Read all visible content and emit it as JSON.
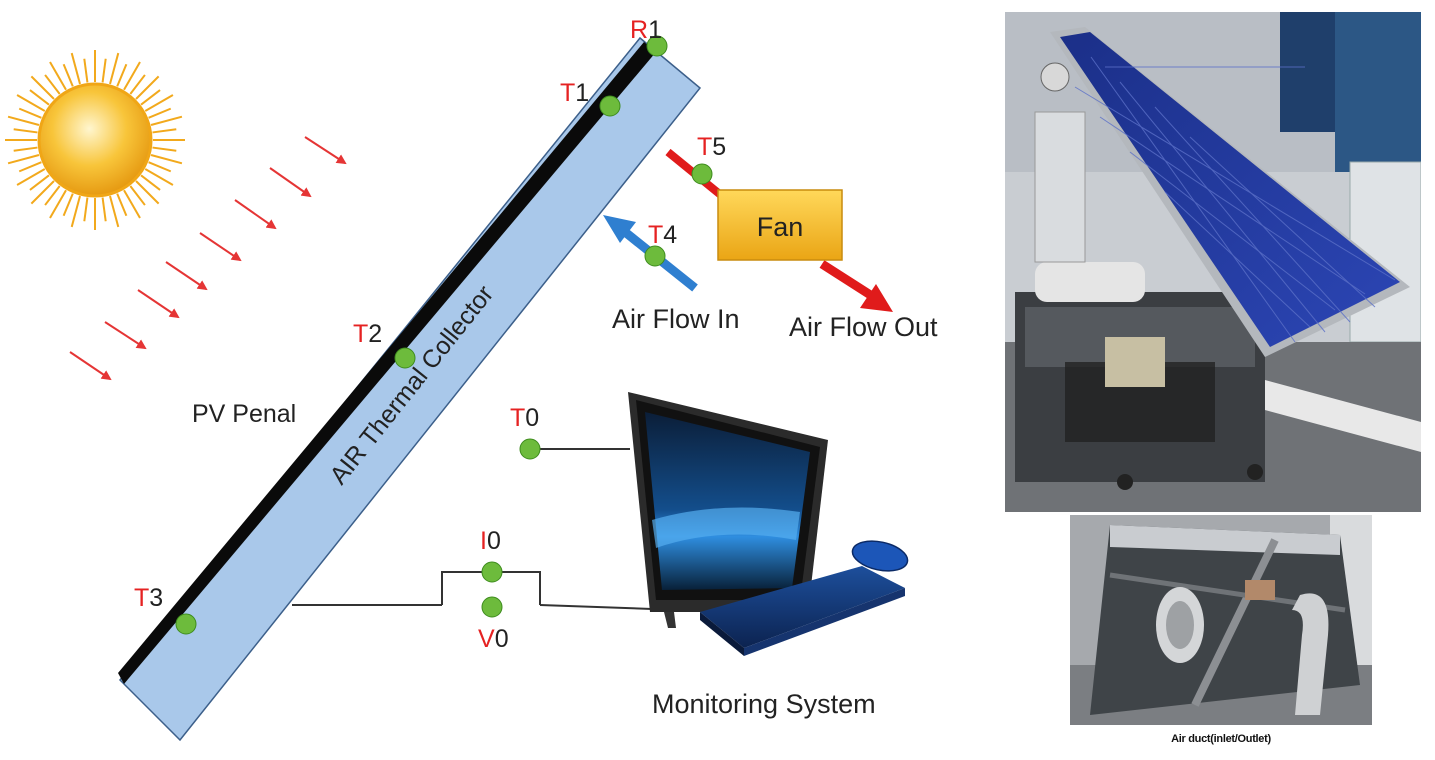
{
  "diagram": {
    "collector_label": "AIR Thermal Collector",
    "panel_label": "PV Penal",
    "fan_label": "Fan",
    "air_in_label": "Air Flow In",
    "air_out_label": "Air Flow Out",
    "monitoring_label": "Monitoring System",
    "sensors": {
      "R1": {
        "letter": "R",
        "digit": "1"
      },
      "T1": {
        "letter": "T",
        "digit": "1"
      },
      "T2": {
        "letter": "T",
        "digit": "2"
      },
      "T3": {
        "letter": "T",
        "digit": "3"
      },
      "T4": {
        "letter": "T",
        "digit": "4"
      },
      "T5": {
        "letter": "T",
        "digit": "5"
      },
      "T0": {
        "letter": "T",
        "digit": "0"
      },
      "I0": {
        "letter": "I",
        "digit": "0"
      },
      "V0": {
        "letter": "V",
        "digit": "0"
      }
    },
    "colors": {
      "collector_fill": "#a9c8ea",
      "pv_strip": "#0a0a0a",
      "sensor_dot": "#6dbb3c",
      "sensor_letter": "#e52222",
      "fan_fill": "#f2b51c",
      "air_in_arrow": "#2f7fd0",
      "air_out_arrow": "#e01b1b",
      "sun_color": "#f4b71f",
      "ray_color": "#e53535"
    }
  },
  "photos": {
    "bottom_caption": "Air duct(inlet/Outlet)"
  }
}
